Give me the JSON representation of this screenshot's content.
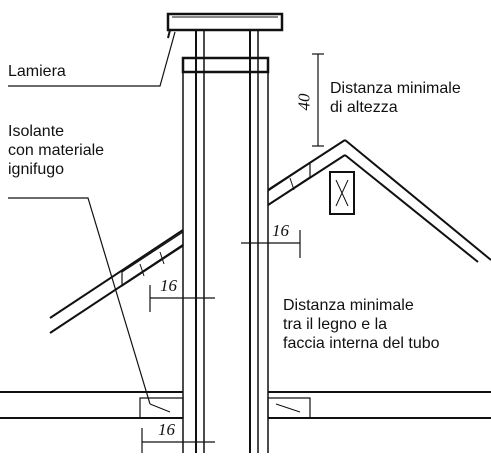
{
  "labels": {
    "sheet_metal": "Lamiera",
    "insulation": [
      "Isolante",
      "con materiale",
      "ignifugo"
    ],
    "min_height": [
      "Distanza minimale",
      "di altezza"
    ],
    "min_wood_distance": [
      "Distanza minimale",
      "tra il legno e la",
      "faccia interna del tubo"
    ]
  },
  "dimensions": {
    "height_cm": "40",
    "roof_gap": "16",
    "wall_gap": "16",
    "floor_gap": "16"
  },
  "colors": {
    "line": "#111111",
    "background": "#ffffff"
  }
}
